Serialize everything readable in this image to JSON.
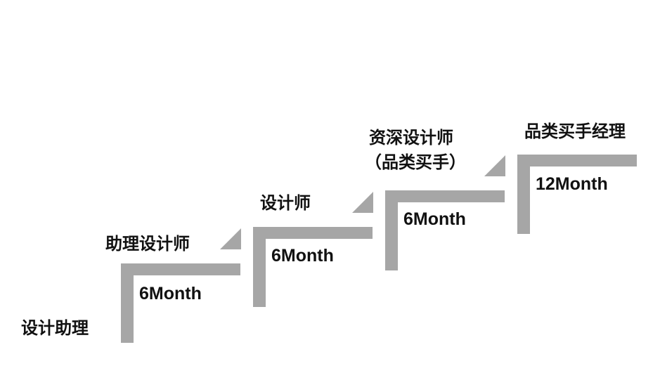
{
  "colors": {
    "step": "#a6a6a6",
    "text": "#111111",
    "background": "#ffffff"
  },
  "levels": [
    {
      "title": "设计助理"
    },
    {
      "title": "助理设计师",
      "duration": "6Month"
    },
    {
      "title": "设计师",
      "duration": "6Month"
    },
    {
      "title_line1": "资深设计师",
      "title_line2": "（品类买手）",
      "duration": "6Month"
    },
    {
      "title": "品类买手经理",
      "duration": "12Month"
    }
  ]
}
